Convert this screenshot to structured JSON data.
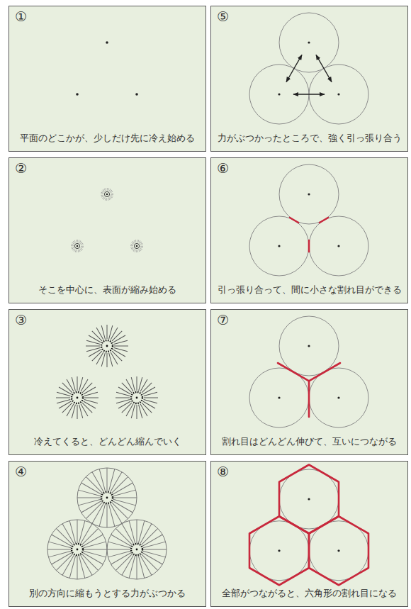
{
  "diagram": {
    "nodes": [
      {
        "text": [
          "①",
          "平面のどこかが、少しだけ先に冷え始める"
        ]
      },
      {
        "text": [
          "②",
          "そこを中心に、表面が縮み始める"
        ]
      },
      {
        "text": [
          "③",
          "冷えてくると、どんどん縮んでいく"
        ]
      },
      {
        "text": [
          "④",
          "別の方向に縮もうとする力がぶつかる"
        ]
      },
      {
        "text": [
          "⑤",
          "力がぶつかったところで、強く引っ張り合う"
        ]
      },
      {
        "text": [
          "⑥",
          "引っ張り合って、間に小さな割れ目ができる"
        ]
      },
      {
        "text": [
          "⑦",
          "割れ目はどんどん伸びて、互いにつながる"
        ]
      },
      {
        "text": [
          "⑧",
          "全部がつながると、六角形の割れ目になる"
        ]
      }
    ]
  }
}
